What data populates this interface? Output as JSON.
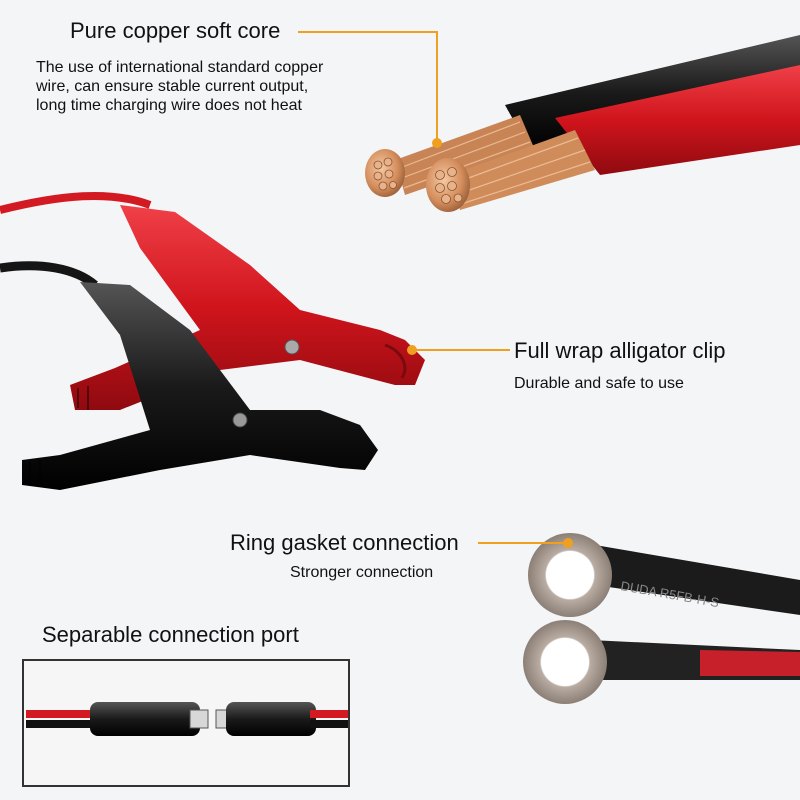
{
  "features": {
    "copper": {
      "title": "Pure copper soft core",
      "desc": [
        "The use of international standard copper",
        "wire, can ensure stable current output,",
        "long time charging wire does not heat"
      ]
    },
    "clip": {
      "title": "Full wrap alligator clip",
      "desc": "Durable and safe to use"
    },
    "ring": {
      "title": "Ring gasket connection",
      "desc": "Stronger connection",
      "print": "DUDA R5FB-H-S"
    },
    "port": {
      "title": "Separable connection port"
    }
  },
  "colors": {
    "accent": "#f0a020",
    "wire_red": "#d8222a",
    "wire_black": "#1b1b1b",
    "copper": "#d99a6c",
    "ring_metal": "#a79a91"
  }
}
